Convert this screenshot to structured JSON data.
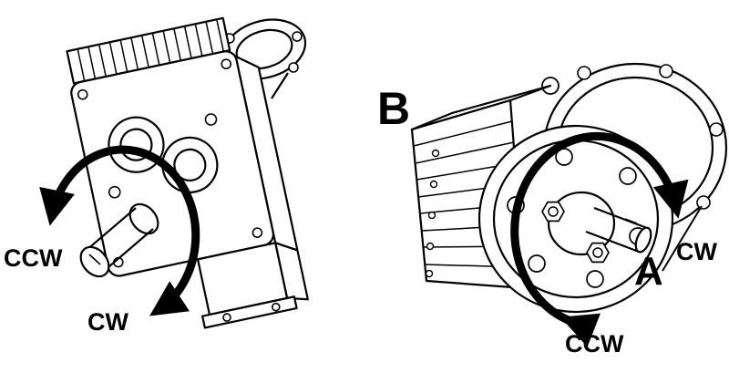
{
  "diagram": {
    "colors": {
      "line": "#000000",
      "background": "#ffffff",
      "arrow": "#000000",
      "label": "#000000"
    },
    "left_unit": {
      "ccw_label": "CCW",
      "cw_label": "CW"
    },
    "right_unit": {
      "side_b_label": "B",
      "side_a_label": "A",
      "cw_label": "CW",
      "ccw_label": "CCW"
    }
  }
}
